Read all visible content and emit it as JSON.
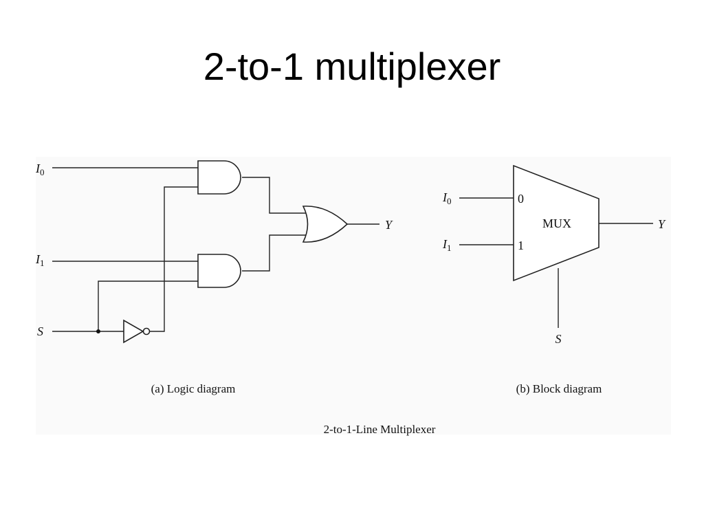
{
  "slide": {
    "title": "2-to-1 multiplexer"
  },
  "logic_diagram": {
    "input_i0": {
      "letter": "I",
      "subscript": "0"
    },
    "input_i1": {
      "letter": "I",
      "subscript": "1"
    },
    "select": "S",
    "output": "Y",
    "caption": "(a) Logic diagram"
  },
  "block_diagram": {
    "input_i0": {
      "letter": "I",
      "subscript": "0"
    },
    "input_i1": {
      "letter": "I",
      "subscript": "1"
    },
    "port_0": "0",
    "port_1": "1",
    "block_label": "MUX",
    "select": "S",
    "output": "Y",
    "caption": "(b) Block diagram"
  },
  "figure_caption": "2-to-1-Line Multiplexer"
}
